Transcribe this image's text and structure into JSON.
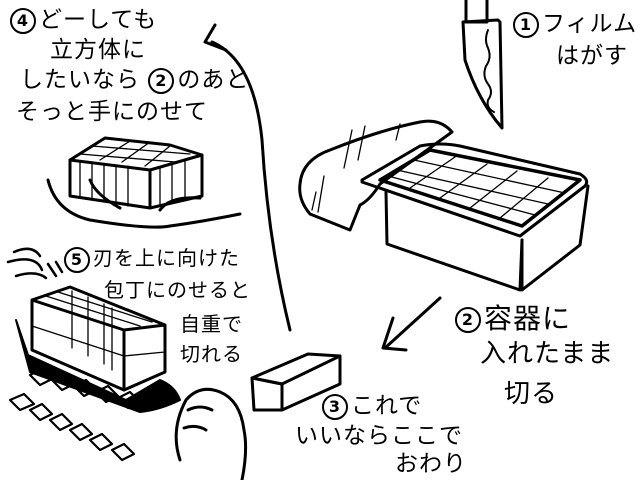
{
  "steps": [
    {
      "number": "1",
      "lines": [
        "フィルム",
        "はがす"
      ],
      "illustration": "knife-peeling-film"
    },
    {
      "number": "2",
      "lines": [
        "容器に",
        "入れたまま",
        "切る"
      ],
      "illustration": "tofu-in-container-grid-cut"
    },
    {
      "number": "3",
      "lines": [
        "これで",
        "いいならここで",
        "おわり"
      ],
      "illustration": "single-tofu-stick"
    },
    {
      "number": "4",
      "lines": [
        "どーしても",
        "立方体に",
        "したいなら",
        "のあと",
        "そっと手にのせて"
      ],
      "ref_number": "2",
      "illustration": "tofu-block-on-hand"
    },
    {
      "number": "5",
      "lines": [
        "刃を上に向けた",
        "包丁にのせると",
        "自重で",
        "切れる"
      ],
      "illustration": "tofu-on-upturned-knife-falling-cubes"
    }
  ],
  "colors": {
    "ink": "#000000",
    "paper": "#ffffff"
  }
}
